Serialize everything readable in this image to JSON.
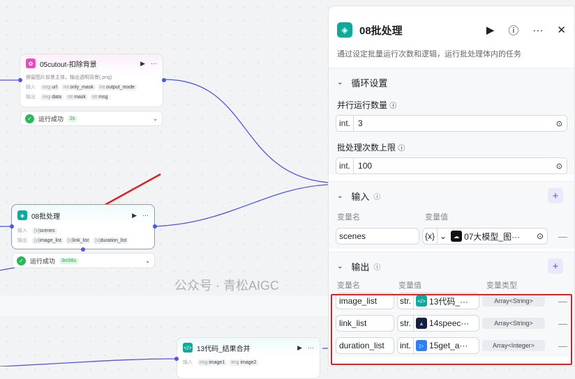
{
  "canvas": {
    "node_cutout": {
      "title": "05cutout-扣除背景",
      "desc": "保留图片前景主体，输出透明背景(.png)",
      "input_label": "输入",
      "output_label": "输出",
      "inputs": [
        {
          "type": "img",
          "name": "url"
        },
        {
          "type": "int.",
          "name": "only_mask"
        },
        {
          "type": "int.",
          "name": "output_mode"
        }
      ],
      "outputs": [
        {
          "type": "img",
          "name": "data"
        },
        {
          "type": "str.",
          "name": "mask"
        },
        {
          "type": "str.",
          "name": "msg"
        }
      ],
      "status": "运行成功",
      "duration": "2s"
    },
    "node_batch": {
      "title": "08批处理",
      "input_label": "输入",
      "output_label": "输出",
      "inputs": [
        {
          "type": "[x]",
          "name": "scenes"
        }
      ],
      "outputs": [
        {
          "type": "[x]",
          "name": "image_list"
        },
        {
          "type": "[x]",
          "name": "link_list"
        },
        {
          "type": "[x]",
          "name": "duration_list"
        }
      ],
      "status": "运行成功",
      "duration": "3m56s"
    },
    "node_code": {
      "title": "13代码_结果合并",
      "input_label": "输入",
      "inputs": [
        {
          "type": "img",
          "name": "image1"
        },
        {
          "type": "img",
          "name": "image2"
        }
      ]
    }
  },
  "panel": {
    "title": "08批处理",
    "description": "通过设定批量运行次数和逻辑，运行批处理体内的任务",
    "loop": {
      "title": "循环设置",
      "parallel_label": "并行运行数量",
      "parallel_type": "int.",
      "parallel_value": "3",
      "max_label": "批处理次数上限",
      "max_type": "int.",
      "max_value": "100"
    },
    "input": {
      "title": "输入",
      "col_name": "变量名",
      "col_value": "变量值",
      "rows": [
        {
          "name": "scenes",
          "type": "{x}",
          "ref": "07大模型_图···"
        }
      ]
    },
    "output": {
      "title": "输出",
      "col_name": "变量名",
      "col_value": "变量值",
      "col_type": "变量类型",
      "rows": [
        {
          "name": "image_list",
          "type": "str.",
          "ref": "13代码_···",
          "vtype": "Array<String>",
          "icon_color": "#10a89a"
        },
        {
          "name": "link_list",
          "type": "str.",
          "ref": "14speec···",
          "vtype": "Array<String>",
          "icon_color": "#1a1f3a"
        },
        {
          "name": "duration_list",
          "type": "int.",
          "ref": "15get_a···",
          "vtype": "Array<Integer>",
          "icon_color": "#2f7ff0"
        }
      ]
    }
  },
  "watermark": "公众号 · 青松AIGC",
  "colors": {
    "edge": "#4e55e8",
    "accent": "#10a89a",
    "highlight": "#e02020"
  }
}
